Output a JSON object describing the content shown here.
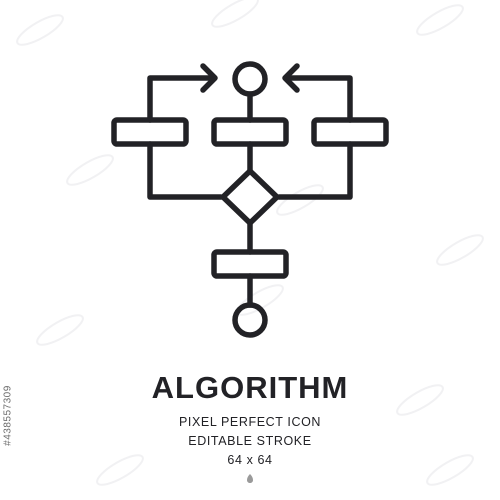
{
  "product": {
    "title": "ALGORITHM",
    "line1": "PIXEL PERFECT ICON",
    "line2": "EDITABLE STROKE",
    "line3": "64 x 64"
  },
  "stock_id": "#438557309",
  "icon": {
    "name": "algorithm-flowchart-icon",
    "stroke_color": "#222226"
  }
}
